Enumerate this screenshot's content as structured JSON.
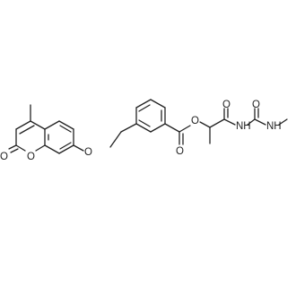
{
  "structure": {
    "line_color": "#222222",
    "background": "#ffffff",
    "atom_labels": {
      "lactone_carbonyl_o": "O",
      "ring_o": "O",
      "ether_o": "O",
      "ester_carbonyl_o": "O",
      "ester_o": "O",
      "amide_carbonyl_o": "O",
      "imide_nh": "NH",
      "urea_carbonyl_o": "O",
      "terminal_nh": "NH"
    }
  }
}
